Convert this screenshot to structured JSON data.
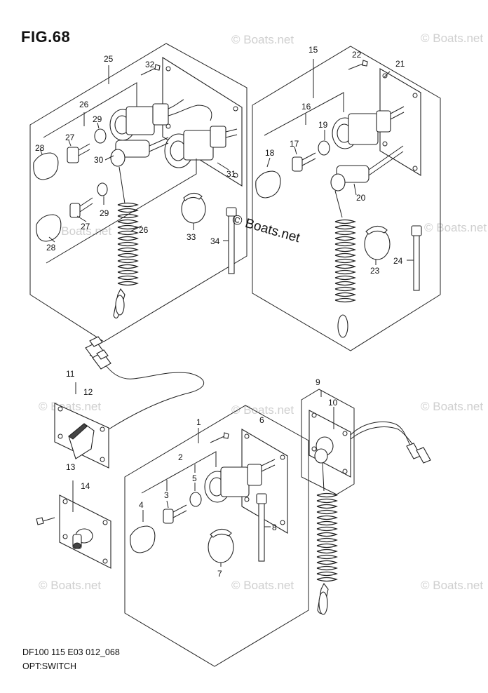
{
  "figure": {
    "title": "FIG.68",
    "code": "DF100 115 E03 012_068",
    "name": "OPT:SWITCH"
  },
  "watermark": {
    "text": "© Boats.net"
  },
  "callouts": {
    "c1": "1",
    "c2": "2",
    "c3": "3",
    "c4": "4",
    "c5": "5",
    "c6": "6",
    "c7": "7",
    "c8": "8",
    "c9": "9",
    "c10": "10",
    "c11": "11",
    "c12": "12",
    "c13": "13",
    "c14": "14",
    "c15": "15",
    "c16": "16",
    "c17": "17",
    "c18": "18",
    "c19": "19",
    "c20": "20",
    "c21": "21",
    "c22": "22",
    "c23": "23",
    "c24": "24",
    "c25": "25",
    "c26a": "26",
    "c26b": "26",
    "c27a": "27",
    "c27b": "27",
    "c28a": "28",
    "c28b": "28",
    "c29a": "29",
    "c29b": "29",
    "c30": "30",
    "c31": "31",
    "c32": "32",
    "c33": "33",
    "c34": "34"
  },
  "colors": {
    "line": "#222222",
    "watermark": "#cfcfcf"
  }
}
